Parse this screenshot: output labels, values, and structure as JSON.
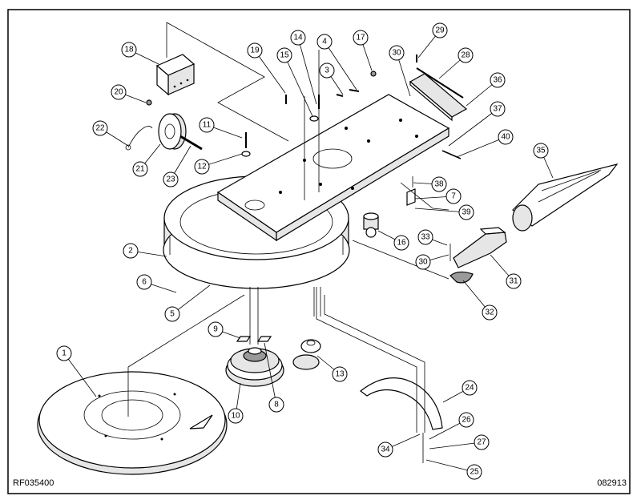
{
  "footer": {
    "left_code": "RF035400",
    "right_code": "082913"
  },
  "callouts": [
    "1",
    "2",
    "3",
    "4",
    "5",
    "6",
    "7",
    "8",
    "9",
    "10",
    "11",
    "12",
    "13",
    "14",
    "15",
    "16",
    "17",
    "18",
    "19",
    "20",
    "21",
    "22",
    "23",
    "24",
    "25",
    "26",
    "27",
    "28",
    "29",
    "30",
    "30",
    "31",
    "32",
    "33",
    "34",
    "35",
    "36",
    "37",
    "38",
    "39",
    "40"
  ]
}
